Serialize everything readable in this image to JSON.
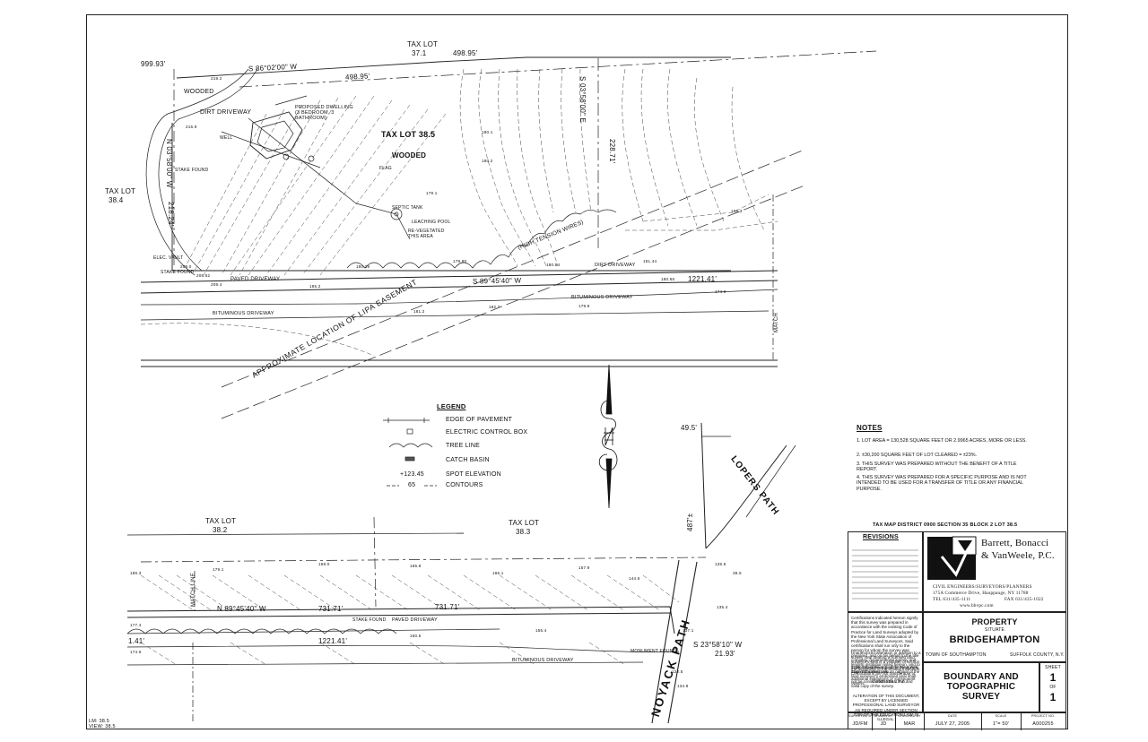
{
  "top_plan": {
    "tax_lot_north": "TAX LOT",
    "tax_lot_north_num": "37.1",
    "tax_lot_west": "TAX LOT",
    "tax_lot_west_num": "38.4",
    "tax_lot_main": "TAX LOT 38.5",
    "wooded": "WOODED",
    "wooded_nw": "WOODED",
    "dim_498_95": "498.95'",
    "dim_498_195": "498.95'",
    "bearing_top": "S 86°02'00\" W",
    "bearing_right": "S 03°58'00\" E",
    "dim_228_71": "228.71'",
    "bearing_left": "N 03°58'00\" W",
    "dim_218_24": "218.24'",
    "bearing_bottom": "S 89°45'40\" W",
    "dim_1221": "1221.41'",
    "dim_999": "999.93'",
    "proposed_dwelling": "PROPOSED DWELLING (3 BEDROOM, 3 BATHROOM)",
    "dirt_driveway_top": "DIRT DRIVEWAY",
    "dirt_driveway_mid": "DIRT DRIVEWAY",
    "paved_driveway": "PAVED DRIVEWAY",
    "bituminous_driveway": "BITUMINOUS DRIVEWAY",
    "bituminous_driveway_2": "BITUMINOUS DRIVEWAY",
    "high_tension_wires": "(HIGH TENSION WIRES)",
    "leaching_pool": "LEACHING POOL",
    "septic_tank": "SEPTIC TANK",
    "revegetated": "RE-VEGETATED THIS AREA",
    "stake_found_1": "STAKE FOUND",
    "stake_found_2": "STAKE FOUND",
    "stake_found_3": "STAKE FOUND",
    "flag": "FLAG",
    "well": "WELL",
    "elec_vault": "ELEC. VAULT",
    "lipa_easement": "APPROXIMATE LOCATION OF LIPA EASEMENT",
    "match_line_top": "MATCH",
    "spot_elevations": [
      "219.2",
      "215.9",
      "180.1",
      "179.1",
      "180.2",
      "185.2",
      "181.2",
      "182.7",
      "179.9",
      "179.90",
      "180.29",
      "180.84",
      "181.44",
      "180.65",
      "186.3",
      "174.6",
      "209.0",
      "208.62",
      "208.4"
    ]
  },
  "bottom_plan": {
    "tax_lot_a": "TAX LOT",
    "tax_lot_a_num": "38.2",
    "tax_lot_b": "TAX LOT",
    "tax_lot_b_num": "38.3",
    "bearing_bottom": "N 89°45'40\" W",
    "dim_731_71_a": "731.71'",
    "dim_731_71_b": "731.71'",
    "dim_1221_41": "1221.41'",
    "dim_1_41": "1.41'",
    "paved_driveway": "PAVED DRIVEWAY",
    "bituminous_driveway": "BITUMINOUS DRIVEWAY",
    "stake_found": "STAKE FOUND",
    "monument_found": "MONUMENT FOUND",
    "bearing_se": "S 23°58'10\" W",
    "dim_21_93": "21.93'",
    "dim_49_5": "49.5'",
    "dim_487": "487'±",
    "noyack_path": "NOYACK PATH",
    "lopers_path": "LOPERS PATH",
    "match_line_bottom": "MATCH LINE",
    "spot_elevations": [
      "186.3",
      "179.1",
      "168.0",
      "165.8",
      "166.1",
      "157.9",
      "144.6",
      "135.6",
      "38.5",
      "135.4",
      "177.4",
      "174.6",
      "150.5",
      "155.4",
      "137.1",
      "134.8",
      "122.5"
    ]
  },
  "legend": {
    "title": "LEGEND",
    "items": [
      {
        "symbol": "pavement",
        "label": "EDGE OF PAVEMENT"
      },
      {
        "symbol": "box",
        "label": "ELECTRIC CONTROL BOX"
      },
      {
        "symbol": "treeline",
        "label": "TREE LINE"
      },
      {
        "symbol": "basin",
        "label": "CATCH BASIN"
      },
      {
        "symbol": "spot",
        "symbol_text": "+123.45",
        "label": "SPOT ELEVATION"
      },
      {
        "symbol": "contour",
        "symbol_text": "65",
        "label": "CONTOURS"
      }
    ]
  },
  "notes": {
    "title": "NOTES",
    "items": [
      "1. LOT AREA = 130,528 SQUARE FEET OR 2.9965 ACRES, MORE OR LESS.",
      "2. ±30,200 SQUARE FEET OF LOT CLEARED = ±23%.",
      "3. THIS SURVEY WAS PREPARED WITHOUT THE BENEFIT OF A TITLE REPORT.",
      "4. THIS SURVEY WAS PREPARED FOR A SPECIFIC PURPOSE AND IS NOT INTENDED TO BE USED FOR A TRANSFER OF TITLE OR ANY FINANCIAL PURPOSE."
    ]
  },
  "title_block": {
    "tax_map": "TAX MAP DISTRICT 0900 SECTION 35 BLOCK 2 LOT 38.5",
    "revisions": "REVISIONS",
    "firm_line1": "Barrett, Bonacci",
    "firm_line2": "& VanWeele, P.C.",
    "firm_services": "CIVIL ENGINEERS/SURVEYORS/PLANNERS",
    "firm_address": "175A Commerce Drive, Hauppauge, NY 11788",
    "firm_tel": "TEL 631/435-1111",
    "firm_fax": "FAX 631/435-1022",
    "firm_web": "www.bbvpc.com",
    "property": "PROPERTY",
    "situate": "SITUATE",
    "place": "BRIDGEHAMPTON",
    "town": "TOWN OF SOUTHAMPTON",
    "county": "SUFFOLK COUNTY, N.Y.",
    "survey_title_1": "BOUNDARY AND",
    "survey_title_2": "TOPOGRAPHIC",
    "survey_title_3": "SURVEY",
    "sheet_label": "SHEET",
    "sheet_num": "1",
    "sheet_of": "OF",
    "sheet_total": "1",
    "surveyed_by_label": "SURVEYED BY",
    "surveyed_by": "JD/FM",
    "drawn_by_label": "DRAWN BY",
    "drawn_by": "JD",
    "checked_by_label": "CHECKED BY",
    "checked_by": "MAR",
    "date_label": "DATE",
    "date": "JULY 27, 2005",
    "scale_label": "SCALE",
    "scale": "1\"= 50'",
    "project_label": "PROJECT NO.",
    "project_no": "A000255",
    "cert_text": "Certifications indicated hereon signify that this survey was prepared in accordance with the existing Code of Practice for Land Surveys adopted by the New York State Association of Professional Land Surveyors. Said certifications shall run only to the person for whom the survey was prepared, and on his behalf to the title company, governmental agency and lending institution listed hereon, and to the assignees of the lending institution. Certifications are not transferable to additional institutions or subsequent owners.",
    "unauth_text": "Unauthorized alteration or addition to a survey map bearing a licensed land surveyor's seal is a violation of section 7209, sub-division 2, of the New York State Education Law.",
    "copies_text": "Copies from the original of this survey map not marked with an original of the land surveyor's embossed seal shall not be considered to be a true and valid copy of the survey.",
    "copyright": "© 2005 BB&V, P.C.",
    "alteration_note": "ALTERATION OF THIS DOCUMENT, EXCEPT BY LICENSED PROFESSIONAL LAND SURVEYOR AS REQUIRED UNDER SECTION 7209 OF THE EDUCATION LAW, IS ILLEGAL."
  },
  "footer": {
    "lm": "LM: 38.5",
    "view": "VIEW: 38.5"
  }
}
